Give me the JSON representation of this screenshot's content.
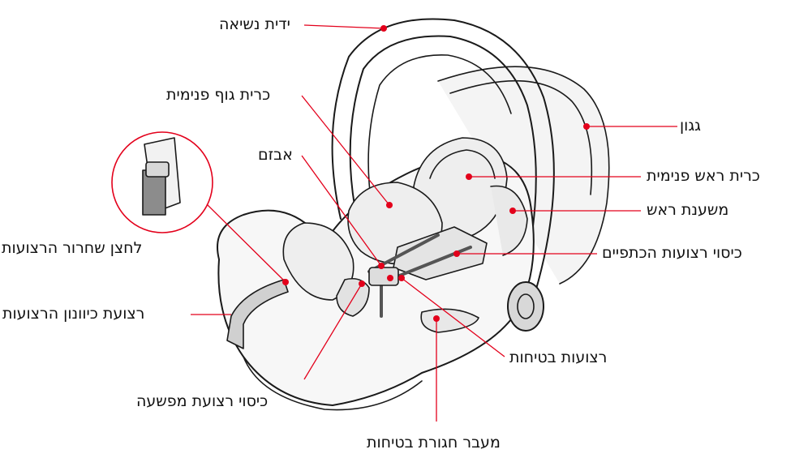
{
  "colors": {
    "accent": "#e3001b",
    "outline": "#1a1a1a",
    "shell_fill": "#ececec",
    "strap_fill": "#8c8c8c"
  },
  "labels": {
    "carry_handle": "ידית נשיאה",
    "inner_body_cushion": "כרית גוף פנימית",
    "canopy": "גגון",
    "buckle": "אבזם",
    "inner_head_cushion": "כרית ראש פנימית",
    "headrest": "משענת ראש",
    "harness_release_button": "לחצן שחרור הרצועות",
    "shoulder_belt_cover": "כיסוי רצועות הכתפיים",
    "harness_adjust_strap": "רצועת כיוונון הרצועות",
    "safety_belts": "רצועות בטיחות",
    "crotch_strap_cover": "כיסוי רצועת מפשעה",
    "seatbelt_guide": "מעבר חגורת בטיחות"
  }
}
